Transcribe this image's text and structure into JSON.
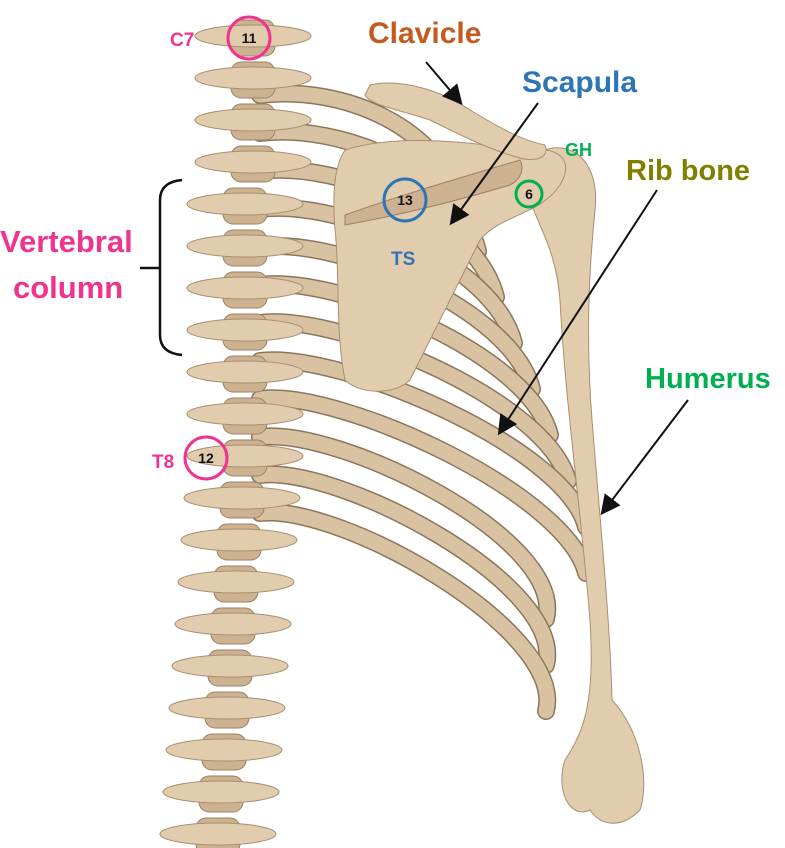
{
  "labels": {
    "clavicle": "Clavicle",
    "scapula": "Scapula",
    "gh": "GH",
    "rib_bone": "Rib bone",
    "vertebral_column_line1": "Vertebral",
    "vertebral_column_line2": "column",
    "humerus": "Humerus",
    "c7": "C7",
    "t8": "T8",
    "ts": "TS"
  },
  "markers": {
    "c7_marker": "11",
    "t8_marker": "12",
    "ts_marker": "13",
    "gh_marker": "6"
  },
  "colors": {
    "magenta": "#f0338f",
    "clavicle": "#c55a1e",
    "scapula": "#2e75b6",
    "green": "#00b050",
    "rib_bone": "#808000",
    "bone": "#e2ccae"
  }
}
